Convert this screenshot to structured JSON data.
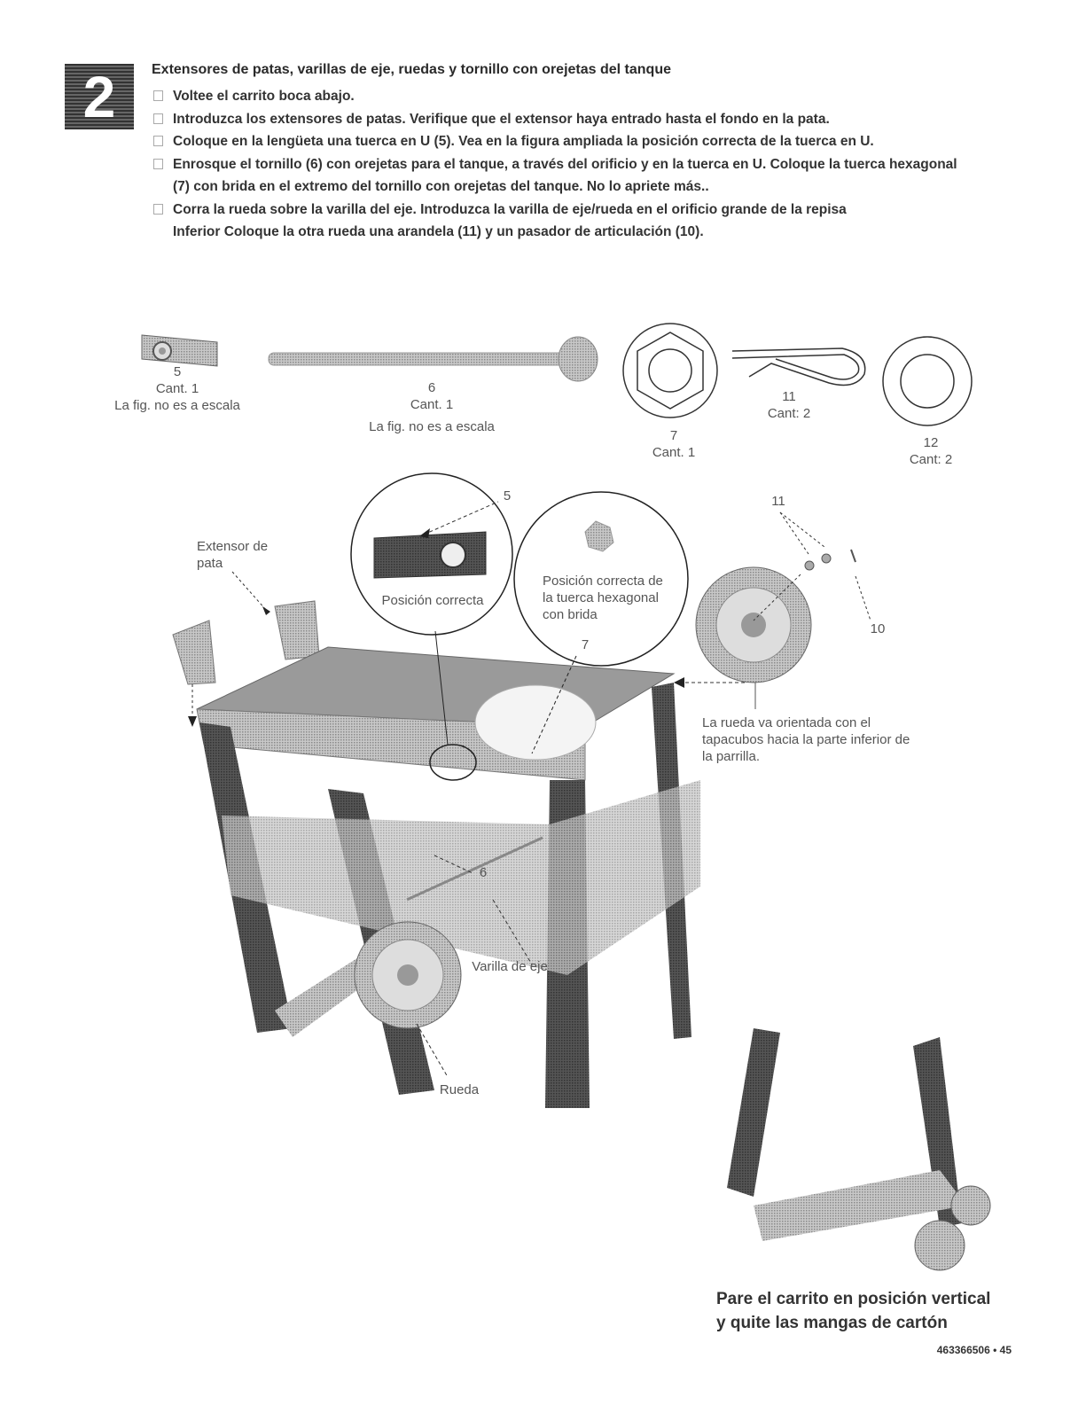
{
  "step": {
    "number": "2",
    "title": "Extensores de patas, varillas de eje, ruedas y tornillo con orejetas del tanque",
    "instructions": [
      {
        "text": "Voltee el carrito boca abajo.",
        "cont": ""
      },
      {
        "text": "Introduzca los extensores de patas. Verifique que el extensor haya entrado hasta el fondo en la pata.",
        "cont": ""
      },
      {
        "text": "Coloque en la lengüeta una tuerca en U (5). Vea en la figura ampliada la posición correcta de la tuerca en U.",
        "cont": ""
      },
      {
        "text": "Enrosque el tornillo (6) con orejetas para el tanque, a través del orificio y en la tuerca en U. Coloque la tuerca hexagonal",
        "cont": "(7) con brida en el extremo del tornillo con orejetas del tanque. No lo apriete más.."
      },
      {
        "text": "Corra la rueda sobre la varilla del eje. Introduzca la varilla de eje/rueda en el orificio grande de la repisa",
        "cont": "Inferior Coloque la otra rueda una arandela (11) y un pasador de articulación (10)."
      }
    ]
  },
  "parts": [
    {
      "num": "5",
      "qty": "Cant. 1",
      "note": "La fig. no es a escala"
    },
    {
      "num": "6",
      "qty": "Cant. 1",
      "note": "La fig. no es a escala"
    },
    {
      "num": "7",
      "qty": "Cant. 1"
    },
    {
      "num": "11",
      "qty": "Cant: 2"
    },
    {
      "num": "12",
      "qty": "Cant: 2"
    }
  ],
  "callouts": {
    "leg_extender": "Extensor de pata",
    "correct_position": "Posición correcta",
    "flange_nut_position": "Posición correcta de la tuerca hexagonal con brida",
    "num_5": "5",
    "num_7": "7",
    "num_6": "6",
    "num_11": "11",
    "num_10": "10",
    "axle_rod": "Varilla de eje",
    "wheel": "Rueda",
    "wheel_note": "La rueda va orientada con el tapacubos hacia la parte inferior de la parrilla."
  },
  "final_instruction": "Pare el carrito en posición vertical y quite las mangas de cartón",
  "page_number": "463366506 • 45"
}
